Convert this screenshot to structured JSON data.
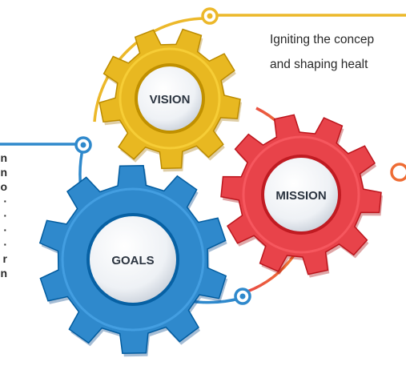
{
  "gears": {
    "vision": {
      "label": "VISION",
      "color": "#e8b821"
    },
    "mission": {
      "label": "MISSION",
      "color": "#e8434a"
    },
    "goals": {
      "label": "GOALS",
      "color": "#2f89cc"
    }
  },
  "caption": {
    "line1": "Igniting the concep",
    "line2": "and shaping healt"
  },
  "colors": {
    "yellow_line": "#ecb82a",
    "orange_line": "#ee6c34",
    "blue_line": "#2f89cc",
    "center_fill": "#e9edf2"
  }
}
